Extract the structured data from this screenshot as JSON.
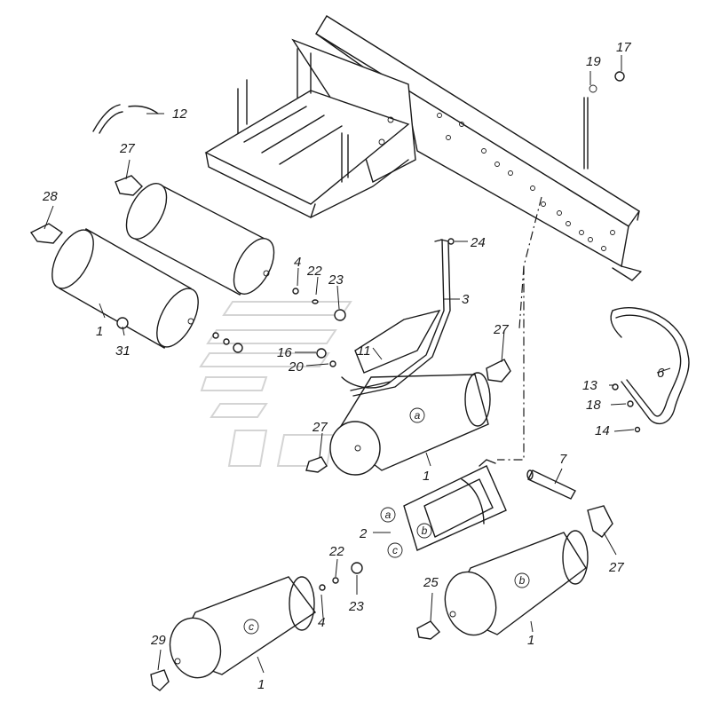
{
  "callouts": {
    "c1a": "1",
    "c1b": "1",
    "c1c": "1",
    "c1d": "1",
    "c2": "2",
    "c3": "3",
    "c4a": "4",
    "c4b": "4",
    "c6": "6",
    "c7": "7",
    "c11": "11",
    "c12": "12",
    "c13": "13",
    "c14": "14",
    "c16": "16",
    "c17": "17",
    "c18": "18",
    "c19": "19",
    "c20": "20",
    "c22a": "22",
    "c22b": "22",
    "c23a": "23",
    "c23b": "23",
    "c24": "24",
    "c25": "25",
    "c27a": "27",
    "c27b": "27",
    "c27c": "27",
    "c27d": "27",
    "c28": "28",
    "c29": "29",
    "c31": "31"
  },
  "circle_marks": {
    "a1": "a",
    "a2": "a",
    "b1": "b",
    "b2": "b",
    "c1": "c",
    "c2": "c"
  },
  "icons": [
    "air-tank",
    "frame-rail",
    "battery-tray",
    "elbow-fitting",
    "mounting-strap",
    "hose-loop"
  ]
}
